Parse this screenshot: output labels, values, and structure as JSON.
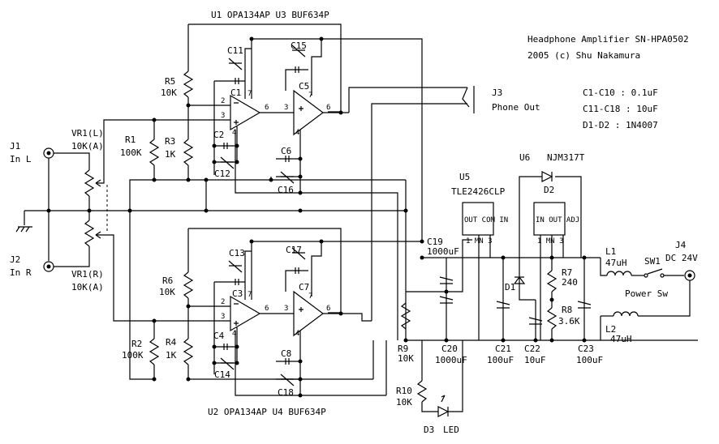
{
  "title": {
    "line1": "Headphone Amplifier SN-HPA0502",
    "line2": "2005 (c) Shu Nakamura"
  },
  "notes": [
    "C1-C10 : 0.1uF",
    "C11-C18 : 10uF",
    "D1-D2 : 1N4007"
  ],
  "top_ic_labels": "U1 OPA134AP  U3 BUF634P",
  "bottom_ic_labels": "U2 OPA134AP  U4 BUF634P",
  "connectors": {
    "j1": {
      "ref": "J1",
      "name": "In L"
    },
    "j2": {
      "ref": "J2",
      "name": "In R"
    },
    "j3": {
      "ref": "J3",
      "name": "Phone Out"
    },
    "j4": {
      "ref": "J4",
      "name": "DC 24V"
    }
  },
  "pots": {
    "vr1l": {
      "ref": "VR1(L)",
      "value": "10K(A)"
    },
    "vr1r": {
      "ref": "VR1(R)",
      "value": "10K(A)"
    }
  },
  "resistors": {
    "r1": {
      "ref": "R1",
      "value": "100K"
    },
    "r2": {
      "ref": "R2",
      "value": "100K"
    },
    "r3": {
      "ref": "R3",
      "value": "1K"
    },
    "r4": {
      "ref": "R4",
      "value": "1K"
    },
    "r5": {
      "ref": "R5",
      "value": "10K"
    },
    "r6": {
      "ref": "R6",
      "value": "10K"
    },
    "r7": {
      "ref": "R7",
      "value": "240"
    },
    "r8": {
      "ref": "R8",
      "value": "3.6K"
    },
    "r9": {
      "ref": "R9",
      "value": "10K"
    },
    "r10": {
      "ref": "R10",
      "value": "10K"
    }
  },
  "capacitors": {
    "c1": "C1",
    "c2": "C2",
    "c3": "C3",
    "c4": "C4",
    "c5": "C5",
    "c6": "C6",
    "c7": "C7",
    "c8": "C8",
    "c11": "C11",
    "c12": "C12",
    "c13": "C13",
    "c14": "C14",
    "c15": "C15",
    "c16": "C16",
    "c17": "C17",
    "c18": "C18",
    "c19": {
      "ref": "C19",
      "value": "1000uF"
    },
    "c20": {
      "ref": "C20",
      "value": "1000uF"
    },
    "c21": {
      "ref": "C21",
      "value": "100uF"
    },
    "c22": {
      "ref": "C22",
      "value": "10uF"
    },
    "c23": {
      "ref": "C23",
      "value": "100uF"
    }
  },
  "ics": {
    "u5": {
      "ref": "U5",
      "part": "TLE2426CLP",
      "pins": "1 MN 3",
      "marking": "OUT COM IN"
    },
    "u6": {
      "ref": "U6",
      "part": "NJM317T",
      "pins": "1 MN 3",
      "marking": "IN OUT ADJ"
    }
  },
  "diodes": {
    "d1": "D1",
    "d2": "D2",
    "d3": {
      "ref": "D3",
      "label": "LED"
    }
  },
  "inductors": {
    "l1": {
      "ref": "L1",
      "value": "47uH"
    },
    "l2": {
      "ref": "L2",
      "value": "47uH"
    }
  },
  "switch": {
    "ref": "SW1",
    "label": "Power Sw"
  },
  "opamp_pins": {
    "in_minus": "2",
    "in_plus": "3",
    "out": "6",
    "v_pos": "7",
    "v_neg": "4"
  },
  "buffer_pins": {
    "in": "3",
    "out": "6",
    "v_pos": "7",
    "v_neg": "4"
  }
}
